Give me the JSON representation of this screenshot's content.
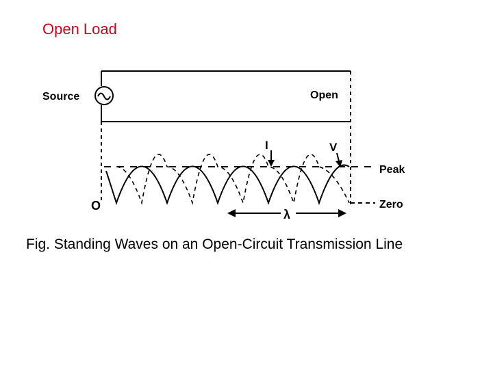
{
  "slide": {
    "title": "Open Load",
    "title_color": "#d0021b"
  },
  "diagram": {
    "source_label": "Source",
    "open_label": "Open",
    "current_label": "I",
    "voltage_label": "V",
    "peak_label": "Peak",
    "zero_label": "Zero",
    "origin_label": "O",
    "wavelength_label": "λ",
    "source_icon": "ac-source-icon",
    "line_color": "#000000"
  },
  "caption": {
    "text": "Fig. Standing Waves on an Open-Circuit Transmission Line"
  }
}
